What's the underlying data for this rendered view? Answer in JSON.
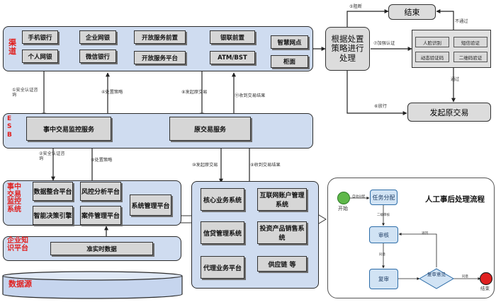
{
  "channel": {
    "title": "渠道",
    "items": [
      "手机银行",
      "企业网银",
      "开放服务前置",
      "银联前置",
      "个人网银",
      "微信银行",
      "开放服务平台",
      "ATM/BST",
      "智慧网点",
      "柜面"
    ]
  },
  "esb": {
    "title": "ESB",
    "monitor_service": "事中交易监控服务",
    "original_service": "原交易服务"
  },
  "monitor_system": {
    "title": "事中交易监控系统",
    "items": [
      "数据整合平台",
      "风控分析平台",
      "系统管理平台",
      "智能决策引擎",
      "案件管理平台"
    ]
  },
  "knowledge": {
    "title": "企业知识平台",
    "realtime": "准实时数据"
  },
  "datasource": {
    "title": "数据源"
  },
  "core": {
    "items": [
      "核心业务系统",
      "互联网账户管理系统",
      "信贷管理系统",
      "投资产品销售系统",
      "代理业务平台",
      "供应链 等"
    ]
  },
  "decision": {
    "text": "根据处置策略进行处理",
    "end": "结束",
    "start_original": "发起原交易",
    "auth_options": [
      "人脸识别",
      "短信验证",
      "动态验证码",
      "二维码验证"
    ]
  },
  "steps": {
    "s1": "①安全认证咨询",
    "s2": "②安全认证咨询",
    "s3": "③处置策略",
    "s4": "④处置策略",
    "s5": "⑤阻断",
    "s6": "⑥放行",
    "s7": "⑦加强认证",
    "s8": "⑧发起原交易",
    "s9": "⑨收到交易结果",
    "s10": "⑩发起原交易",
    "s11": "⑪收到交易结果",
    "not_pass": "不通过",
    "pass": "通过"
  },
  "manual": {
    "title": "人工事后处理流程",
    "start": "开始",
    "task": "任务分配",
    "review": "审核",
    "recheck": "复审",
    "agree": "复审意见",
    "end": "结束",
    "e_auto": "自动分配",
    "e_submit": "二级审核",
    "e_back": "退回",
    "e_pass": "同意",
    "e_agree": "同意"
  }
}
